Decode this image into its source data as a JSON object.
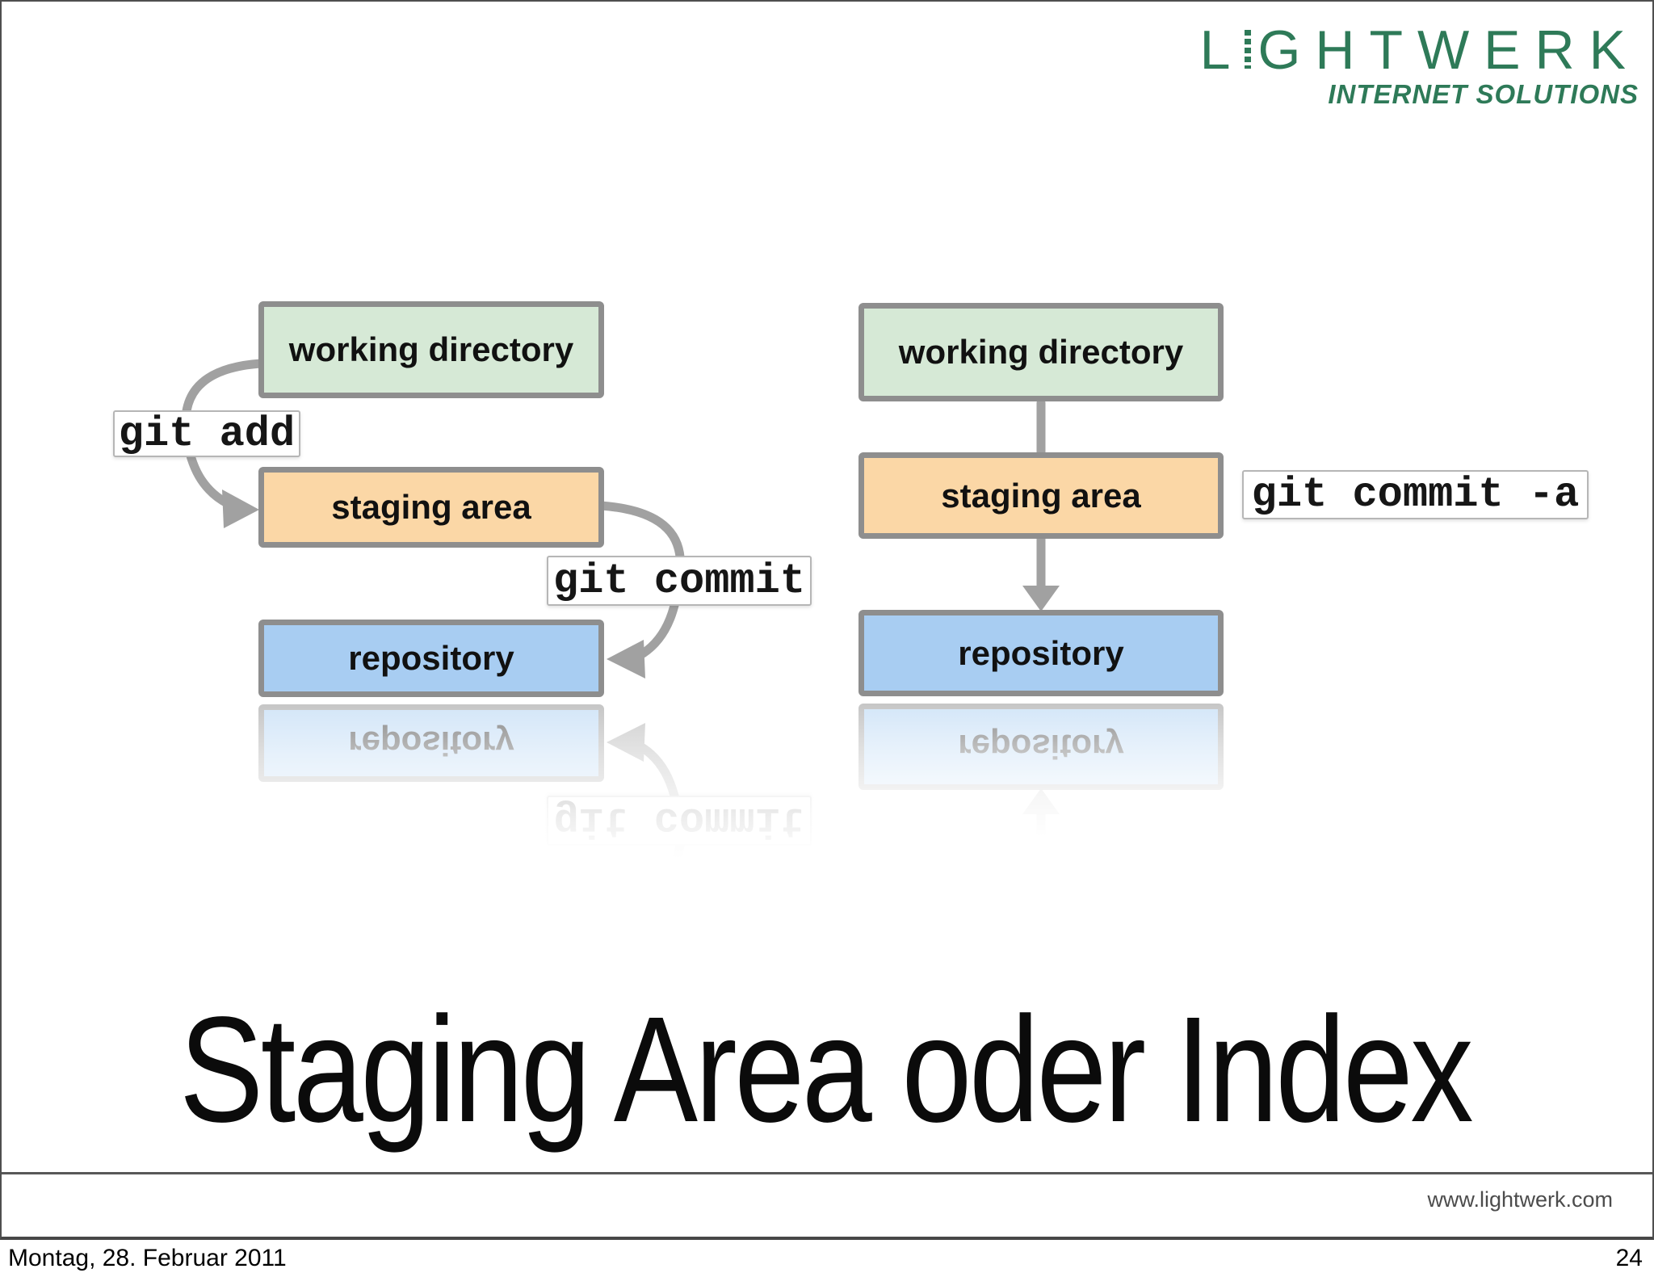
{
  "logo": {
    "wordmark_l": "L",
    "wordmark_rest": "GHTWERK",
    "tagline": "INTERNET SOLUTIONS"
  },
  "colors": {
    "logo_green": "#2e7a58",
    "box_border_gray": "#8e8e8e",
    "working_directory_fill": "#d6e9d6",
    "staging_area_fill": "#fbd7a6",
    "repository_fill": "#a8cdf2",
    "arrow_gray": "#a1a1a1"
  },
  "diagram_left": {
    "working_directory": "working directory",
    "staging_area": "staging area",
    "repository": "repository",
    "git_add": "git add",
    "git_commit": "git commit"
  },
  "diagram_right": {
    "working_directory": "working directory",
    "staging_area": "staging area",
    "repository": "repository",
    "git_commit_a": "git commit -a"
  },
  "title": "Staging Area oder Index",
  "footer": {
    "website": "www.lightwerk.com",
    "date": "Montag, 28. Februar 2011",
    "page_number": "24"
  }
}
